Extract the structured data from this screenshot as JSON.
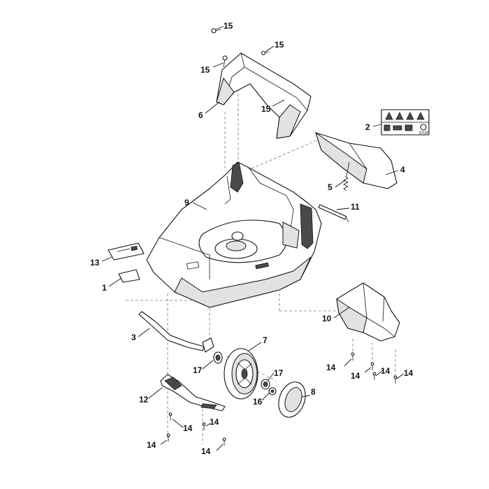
{
  "diagram": {
    "callouts": [
      {
        "id": "c15a",
        "number": "15"
      },
      {
        "id": "c15b",
        "number": "15"
      },
      {
        "id": "c15c",
        "number": "15"
      },
      {
        "id": "c15d",
        "number": "15"
      },
      {
        "id": "c6",
        "number": "6"
      },
      {
        "id": "c2",
        "number": "2"
      },
      {
        "id": "c4",
        "number": "4"
      },
      {
        "id": "c5",
        "number": "5"
      },
      {
        "id": "c9",
        "number": "9"
      },
      {
        "id": "c11",
        "number": "11"
      },
      {
        "id": "c13",
        "number": "13"
      },
      {
        "id": "c1",
        "number": "1"
      },
      {
        "id": "c10",
        "number": "10"
      },
      {
        "id": "c3",
        "number": "3"
      },
      {
        "id": "c7",
        "number": "7"
      },
      {
        "id": "c17a",
        "number": "17"
      },
      {
        "id": "c17b",
        "number": "17"
      },
      {
        "id": "c12",
        "number": "12"
      },
      {
        "id": "c16",
        "number": "16"
      },
      {
        "id": "c8",
        "number": "8"
      },
      {
        "id": "c14a",
        "number": "14"
      },
      {
        "id": "c14b",
        "number": "14"
      },
      {
        "id": "c14c",
        "number": "14"
      },
      {
        "id": "c14d",
        "number": "14"
      },
      {
        "id": "c14e",
        "number": "14"
      },
      {
        "id": "c14f",
        "number": "14"
      },
      {
        "id": "c14g",
        "number": "14"
      }
    ],
    "label_text": "STOP"
  }
}
